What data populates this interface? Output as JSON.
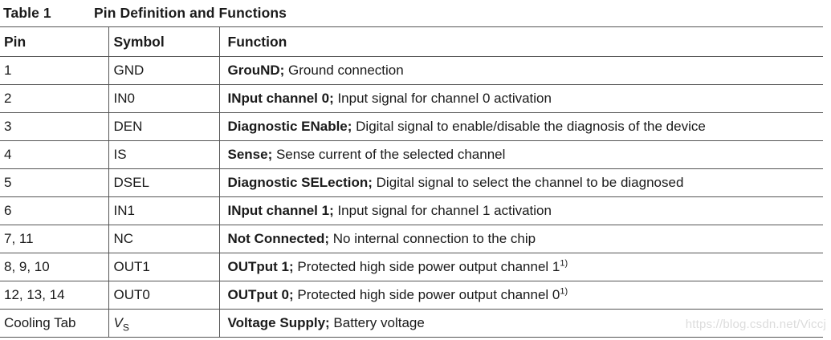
{
  "title": {
    "number": "Table 1",
    "text": "Pin Definition and Functions"
  },
  "table": {
    "headers": [
      "Pin",
      "Symbol",
      "Function"
    ],
    "rows": [
      {
        "pin": "1",
        "symbol": "GND",
        "function_bold": "GrouND;",
        "function_text": "Ground connection"
      },
      {
        "pin": "2",
        "symbol": "IN0",
        "function_bold": "INput channel 0;",
        "function_text": "Input signal for channel 0 activation"
      },
      {
        "pin": "3",
        "symbol": "DEN",
        "function_bold": "Diagnostic ENable;",
        "function_text": "Digital signal to enable/disable the diagnosis of the device"
      },
      {
        "pin": "4",
        "symbol": "IS",
        "function_bold": "Sense;",
        "function_text": "Sense current of the selected channel"
      },
      {
        "pin": "5",
        "symbol": "DSEL",
        "function_bold": "Diagnostic SELection;",
        "function_text": "Digital signal to select the channel to be diagnosed"
      },
      {
        "pin": "6",
        "symbol": "IN1",
        "function_bold": "INput channel 1;",
        "function_text": "Input signal for channel 1 activation"
      },
      {
        "pin": "7, 11",
        "symbol": "NC",
        "function_bold": "Not Connected;",
        "function_text": "No internal connection to the chip"
      },
      {
        "pin": "8, 9, 10",
        "symbol": "OUT1",
        "function_bold": "OUTput 1;",
        "function_text": "Protected high side power output channel 1",
        "function_sup": "1)"
      },
      {
        "pin": "12, 13, 14",
        "symbol": "OUT0",
        "function_bold": "OUTput 0;",
        "function_text": "Protected high side power output channel 0",
        "function_sup": "1)"
      },
      {
        "pin": "Cooling Tab",
        "symbol": "V",
        "symbol_sub": "S",
        "symbol_italic": true,
        "function_bold": "Voltage Supply;",
        "function_text": "Battery voltage"
      }
    ]
  },
  "watermark": "https://blog.csdn.net/Viccj",
  "colors": {
    "text": "#1a1a1a",
    "border": "#555555",
    "watermark": "#dcdcdc",
    "background": "#ffffff"
  }
}
